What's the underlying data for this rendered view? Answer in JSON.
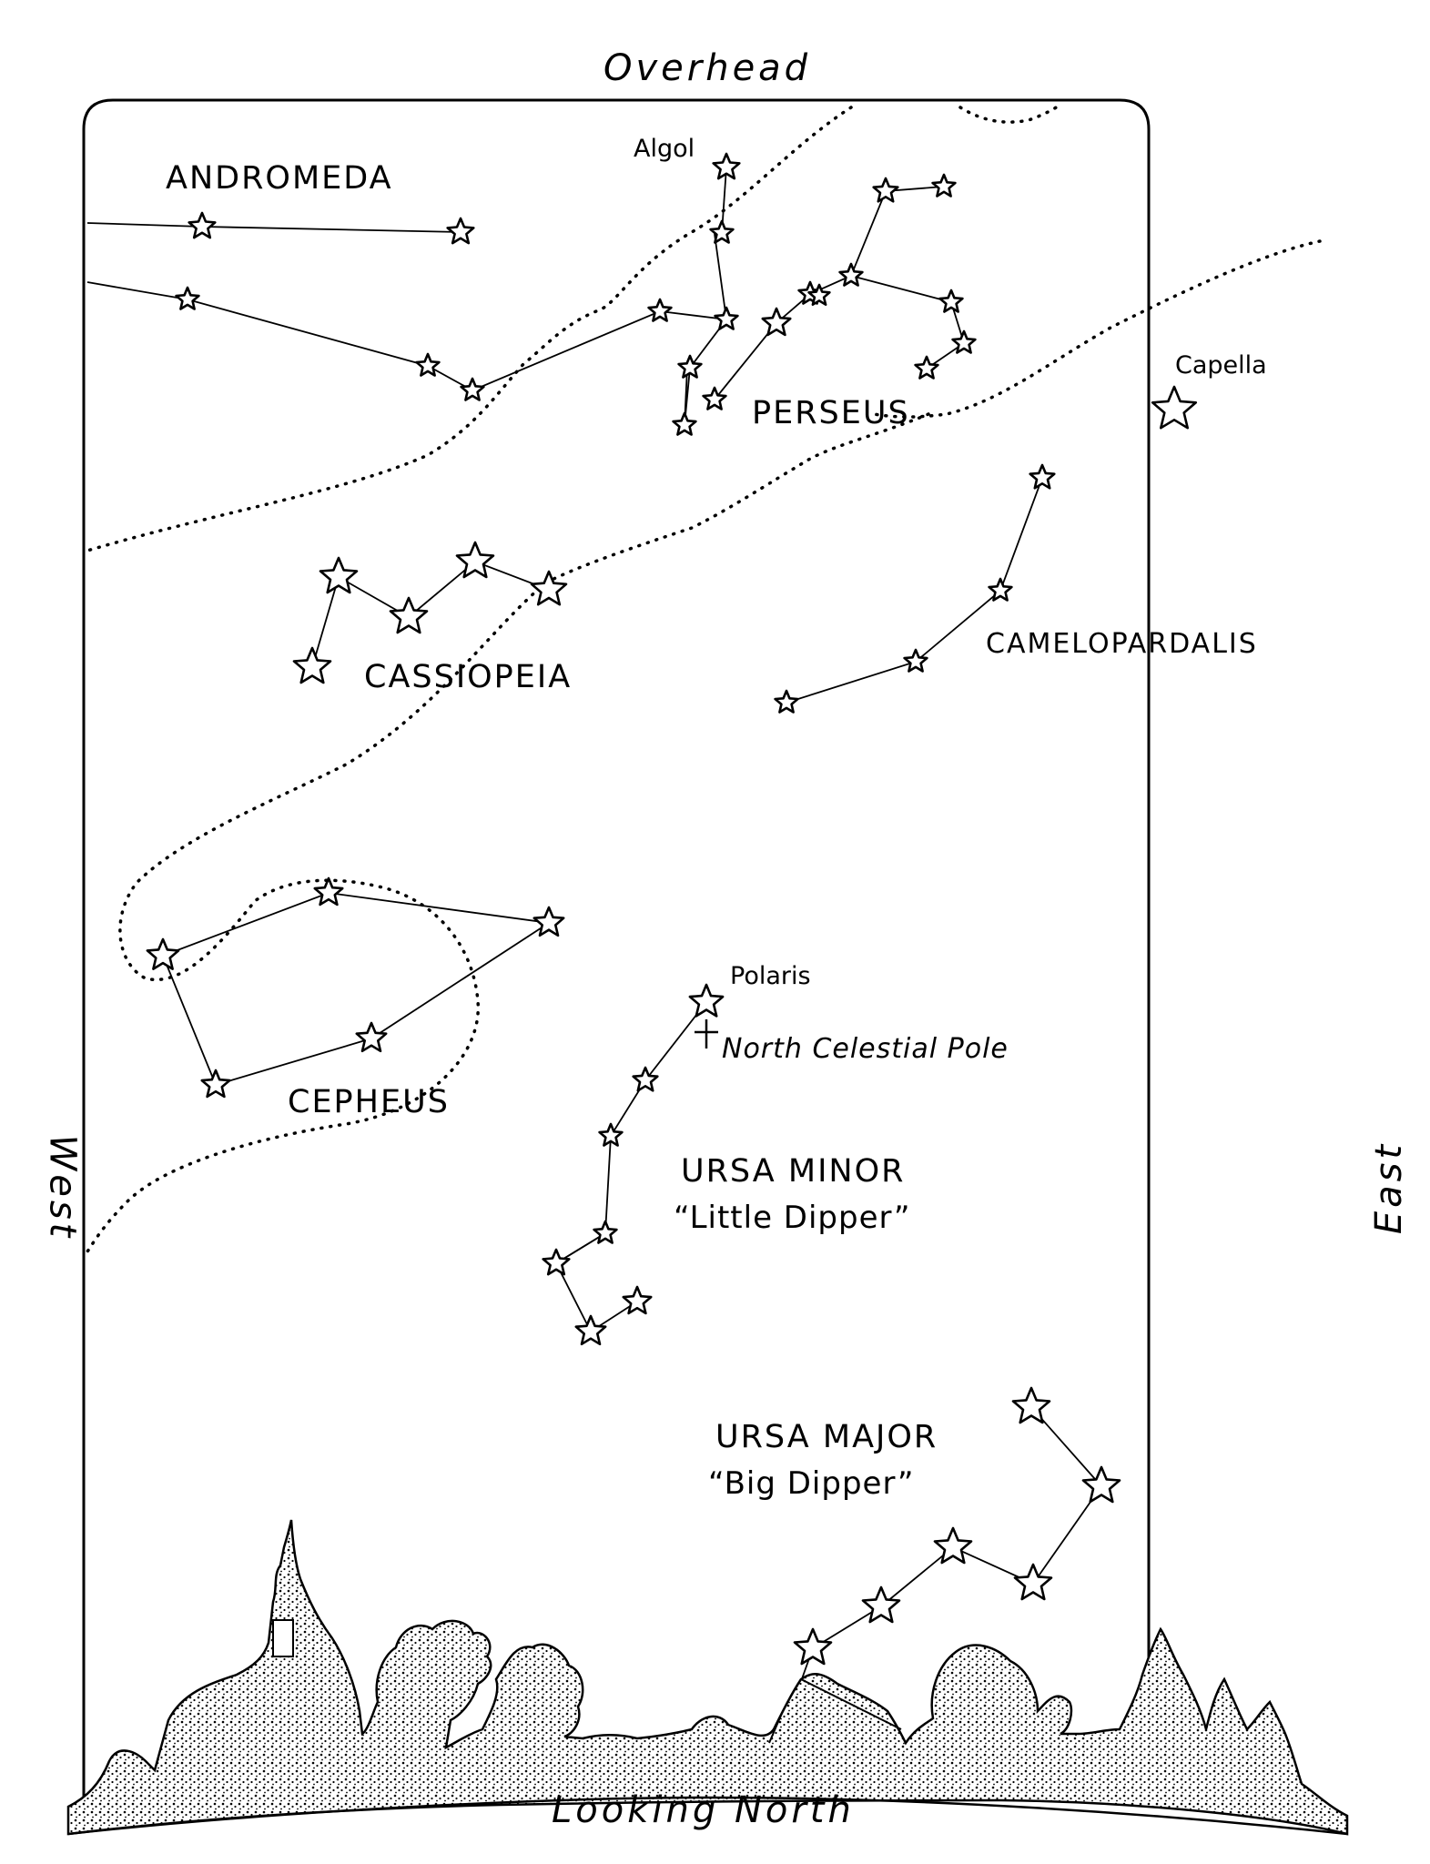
{
  "directions": {
    "top": "Overhead",
    "bottom": "Looking North",
    "left": "West",
    "right": "East"
  },
  "constellations": {
    "andromeda": "ANDROMEDA",
    "perseus": "PERSEUS",
    "cassiopeia": "CASSIOPEIA",
    "camelopardalis": "CAMELOPARDALIS",
    "cepheus": "CEPHEUS",
    "ursa_minor": {
      "name": "URSA MINOR",
      "nickname": "“Little Dipper”"
    },
    "ursa_major": {
      "name": "URSA MAJOR",
      "nickname": "“Big Dipper”"
    }
  },
  "stars": {
    "algol": "Algol",
    "capella": "Capella",
    "polaris": "Polaris"
  },
  "points": {
    "north_celestial_pole": "North Celestial Pole"
  },
  "icons": [
    "star-icon",
    "pole-cross-icon",
    "horizon-silhouette"
  ],
  "colors": {
    "ink": "#000000",
    "paper": "#ffffff"
  }
}
